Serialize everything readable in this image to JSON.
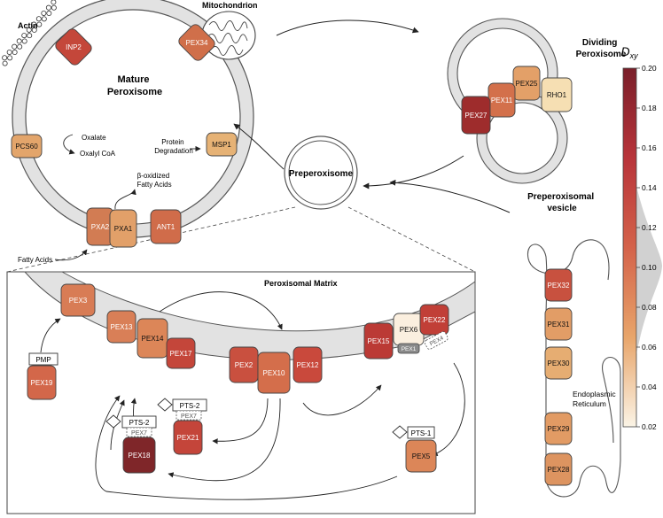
{
  "colors": {
    "membrane": "#e2e2e2",
    "membrane_stroke": "#555555",
    "box_stroke": "#444444",
    "arrow": "#222222",
    "text": "#111111",
    "white_text": "#ffffff",
    "gray_protein": "#8a8a8a"
  },
  "labels": {
    "actin": "Actin",
    "mitochondrion": "Mitochondrion",
    "mature_peroxisome": [
      "Mature",
      "Peroxisome"
    ],
    "oxalate": "Oxalate",
    "oxalyl_coa": "Oxalyl CoA",
    "protein_degradation": [
      "Protein",
      "Degradation"
    ],
    "beta_oxidized": [
      "β-oxidized",
      "Fatty Acids"
    ],
    "fatty_acids": "Fatty Acids",
    "dividing_peroxisome": [
      "Dividing",
      "Peroxisome"
    ],
    "preperoxisome": "Preperoxisome",
    "preperoxisomal_vesicle": [
      "Preperoxisomal",
      "vesicle"
    ],
    "endoplasmic_reticulum": [
      "Endoplasmic",
      "Reticulum"
    ],
    "peroxisomal_matrix": "Peroxisomal Matrix",
    "pmp": "PMP",
    "pts1": "PTS-1",
    "pts2_a": "PTS-2",
    "pts2_b": "PTS-2",
    "pex7_a": "PEX7",
    "pex7_b": "PEX7",
    "pex1": "PEX1",
    "pex4": "PEX4"
  },
  "colorbar": {
    "title": "D",
    "subscript": "xy",
    "ticks": [
      "0.20",
      "0.18",
      "0.16",
      "0.14",
      "0.12",
      "0.10",
      "0.08",
      "0.06",
      "0.04",
      "0.02"
    ],
    "min": 0.02,
    "max": 0.2
  },
  "proteins": {
    "INP2": {
      "label": "INP2",
      "fill": "#c4473a"
    },
    "PEX34": {
      "label": "PEX34",
      "fill": "#d06f4a"
    },
    "PCS60": {
      "label": "PCS60",
      "fill": "#e3a56b"
    },
    "MSP1": {
      "label": "MSP1",
      "fill": "#e6b275"
    },
    "PXA2": {
      "label": "PXA2",
      "fill": "#d27c53"
    },
    "PXA1": {
      "label": "PXA1",
      "fill": "#e2a069"
    },
    "ANT1": {
      "label": "ANT1",
      "fill": "#d06c4a"
    },
    "PEX25": {
      "label": "PEX25",
      "fill": "#e3a068"
    },
    "PEX11": {
      "label": "PEX11",
      "fill": "#d3704b"
    },
    "RHO1": {
      "label": "RHO1",
      "fill": "#f6dfb3"
    },
    "PEX27": {
      "label": "PEX27",
      "fill": "#9e2c2c"
    },
    "PEX32": {
      "label": "PEX32",
      "fill": "#c8513f"
    },
    "PEX31": {
      "label": "PEX31",
      "fill": "#e29d66"
    },
    "PEX30": {
      "label": "PEX30",
      "fill": "#e6ad72"
    },
    "PEX29": {
      "label": "PEX29",
      "fill": "#e29b64"
    },
    "PEX28": {
      "label": "PEX28",
      "fill": "#dd9460"
    },
    "PEX3": {
      "label": "PEX3",
      "fill": "#d87c55"
    },
    "PEX13": {
      "label": "PEX13",
      "fill": "#d97f57"
    },
    "PEX14": {
      "label": "PEX14",
      "fill": "#dc8658"
    },
    "PEX17": {
      "label": "PEX17",
      "fill": "#c4463a"
    },
    "PEX2": {
      "label": "PEX2",
      "fill": "#c9503f"
    },
    "PEX10": {
      "label": "PEX10",
      "fill": "#d46e4b"
    },
    "PEX12": {
      "label": "PEX12",
      "fill": "#c9493c"
    },
    "PEX15": {
      "label": "PEX15",
      "fill": "#bb3a35"
    },
    "PEX6": {
      "label": "PEX6",
      "fill": "#fbefdf"
    },
    "PEX22": {
      "label": "PEX22",
      "fill": "#c13f37"
    },
    "PEX19": {
      "label": "PEX19",
      "fill": "#d3674a"
    },
    "PEX21": {
      "label": "PEX21",
      "fill": "#c4453a"
    },
    "PEX18": {
      "label": "PEX18",
      "fill": "#7f2629"
    },
    "PEX5": {
      "label": "PEX5",
      "fill": "#dc8658"
    }
  }
}
